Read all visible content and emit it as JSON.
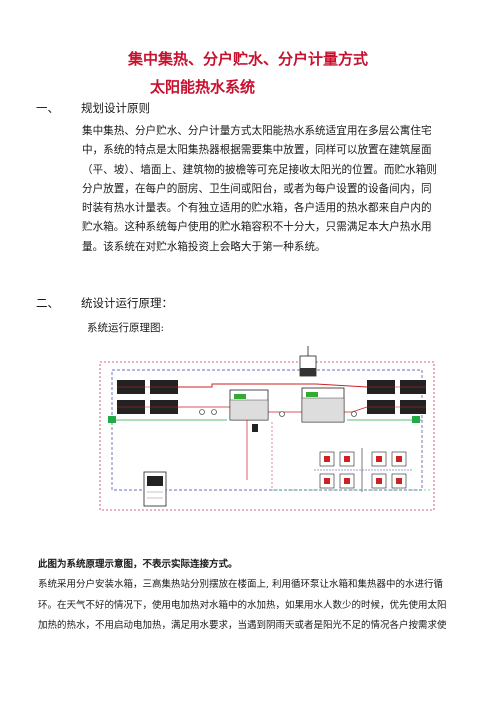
{
  "doc": {
    "title_line1": "集中集热、分户贮水、分户计量方式",
    "title_line2": "太阳能热水系统",
    "section1": {
      "num": "一、",
      "heading": "规划设计原则"
    },
    "section1_lines": [
      "集中集热、分户贮水、分户计量方式太阳能热水系统适宜用在多层公寓住宅",
      "中，系统的特点是太阳集热器根据需要集中放置，同样可以放置在建筑屋面",
      "（平、坡）、墙面上、建筑物的披檐等可充足接收太阳光的位置。而贮水箱则",
      "分户放置，在每户的厨房、卫生间或阳台，或者为每户设置的设备间内，同",
      "时装有热水计量表。个有独立适用的贮水箱，各户适用的热水都来自户内的",
      "贮水箱。这种系统每户使用的贮水箱容积不十分大，只需满足本大户热水用",
      "量。该系统在对贮水箱投资上会略大于第一种系统。"
    ],
    "section2": {
      "num": "二、",
      "heading": "统设计运行原理："
    },
    "diagram_caption": "系统运行原理图:",
    "diagram_note": "此图为系统原理示意图，不表示实际连接方式。",
    "section2_lines": [
      "系统采用分户安装水箱，三高集热站分別摆放在楼面上, 利用循环泵让水箱和集热器中的水进行循",
      "环。在天气不好的情况下，使用电加热对水箱中的水加热，如果用水人数少的时候，优先使用太阳",
      "加热的热水，不用启动电加热，满足用水要求，当遇到阴雨天或者是阳光不足的情况各户按需求使"
    ]
  }
}
